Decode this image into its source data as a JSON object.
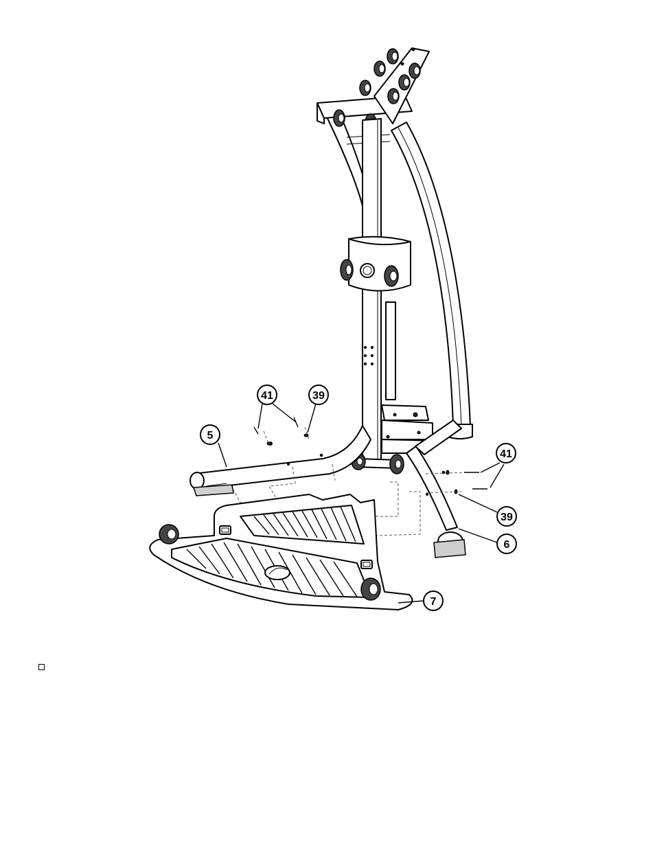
{
  "callouts": [
    {
      "id": "callout-41-left",
      "label": "41"
    },
    {
      "id": "callout-39-left",
      "label": "39"
    },
    {
      "id": "callout-5",
      "label": "5"
    },
    {
      "id": "callout-41-right",
      "label": "41"
    },
    {
      "id": "callout-39-right",
      "label": "39"
    },
    {
      "id": "callout-6",
      "label": "6"
    },
    {
      "id": "callout-7",
      "label": "7"
    }
  ],
  "checkbox": {
    "checked": false
  }
}
